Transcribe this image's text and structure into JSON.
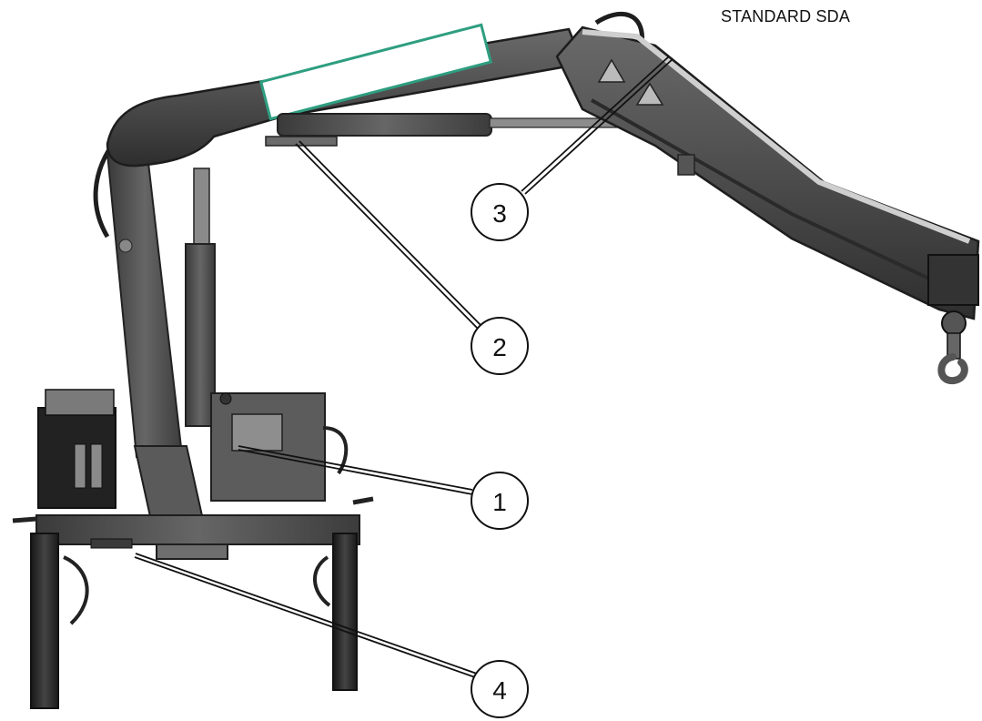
{
  "header": {
    "label": "STANDARD SDA"
  },
  "callouts": [
    {
      "number": "1"
    },
    {
      "number": "2"
    },
    {
      "number": "3"
    },
    {
      "number": "4"
    }
  ],
  "colors": {
    "crane_body": "#4f4f4f",
    "crane_dark": "#262626",
    "crane_light": "#7a7a7a",
    "highlight_outline": "#2e9e80",
    "callout_stroke": "#111111",
    "background": "#ffffff"
  }
}
